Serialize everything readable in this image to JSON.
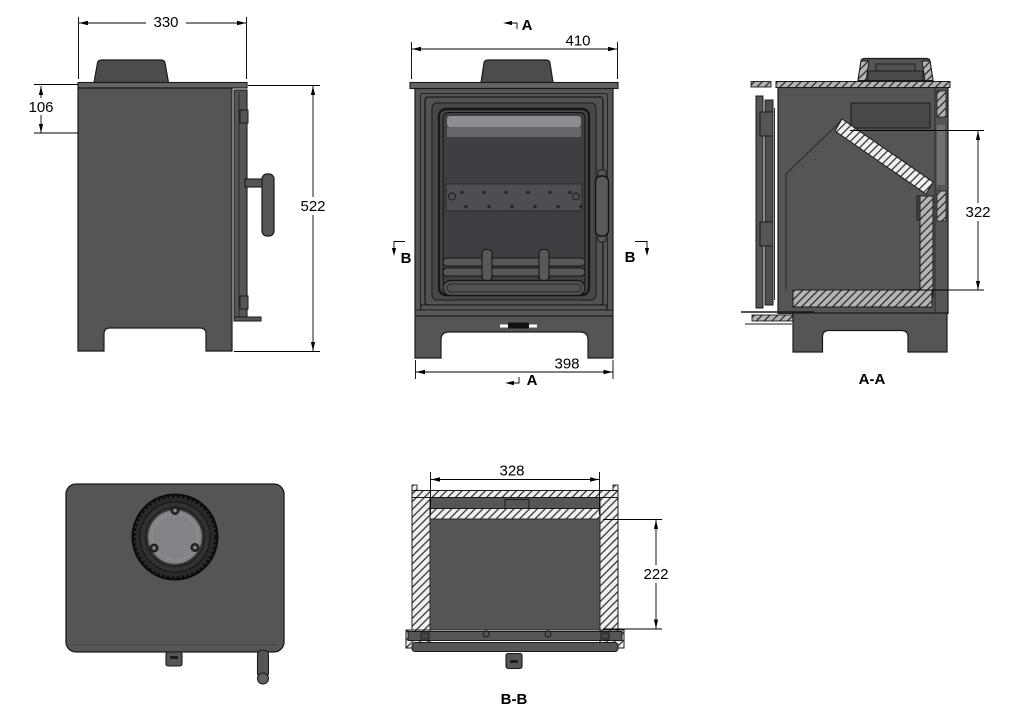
{
  "colors": {
    "background": "#ffffff",
    "body_gray": "#555557",
    "panel_dark": "#48484a",
    "glass_dark": "#3e3f42",
    "glass_highlight": "#8d8e91",
    "outline": "#1a1a1c",
    "dimension_text": "#000000"
  },
  "views": {
    "side": {
      "dim_top_width": "330",
      "dim_flue_offset": "106",
      "dim_overall_height": "522"
    },
    "front": {
      "dim_top_width": "410",
      "dim_base_width": "398",
      "section_a_top": "A",
      "section_a_bottom": "A",
      "section_b_left": "B",
      "section_b_right": "B"
    },
    "section_aa": {
      "title": "A-A",
      "dim_firebox_height": "322"
    },
    "section_bb": {
      "title": "B-B",
      "dim_inner_width": "328",
      "dim_inner_depth": "222"
    }
  }
}
